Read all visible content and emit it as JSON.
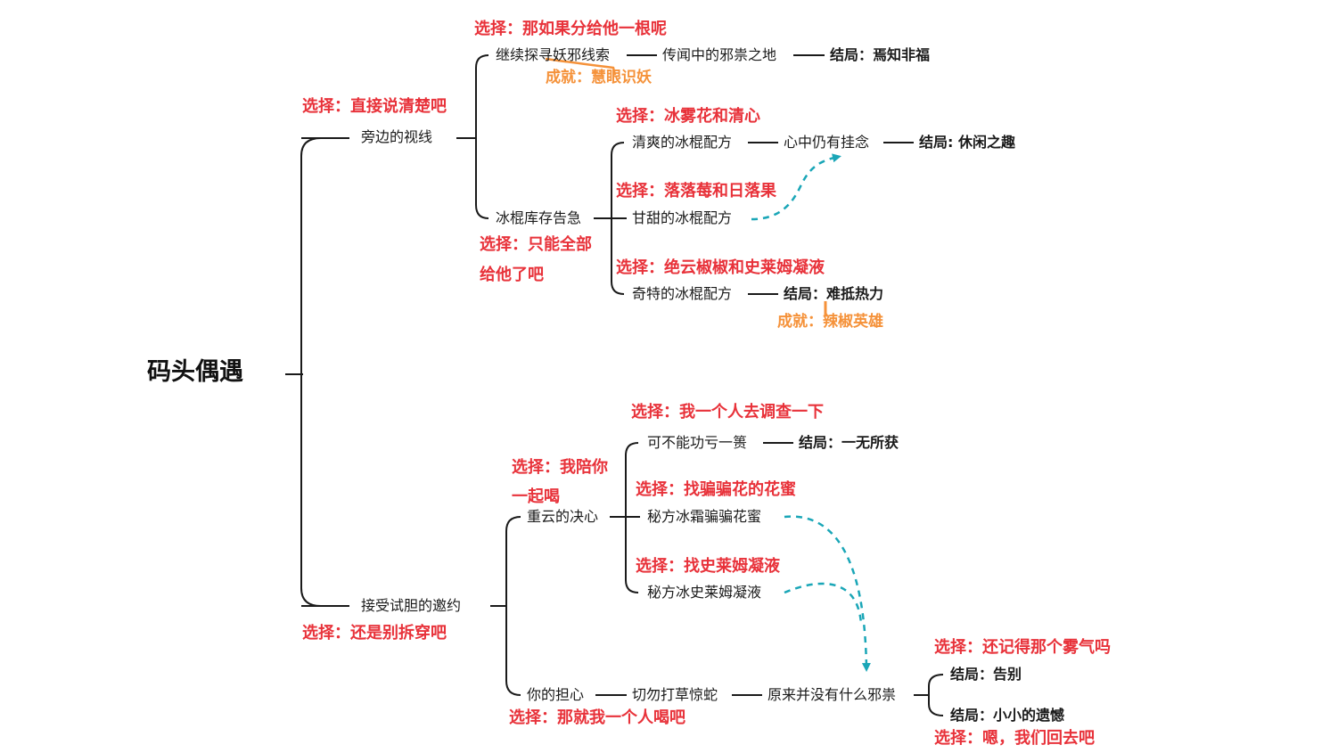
{
  "root": "码头偶遇",
  "colors": {
    "line": "#1a1a1a",
    "choice": "#e8323a",
    "achievement": "#f5923a",
    "dashed_arrow": "#1aa6b7"
  },
  "upper": {
    "branch_a": "旁边的视线",
    "choice_a": "选择：直接说清楚吧",
    "a1": {
      "choice": "选择：那如果分给他一根呢",
      "node": "继续探寻妖邪线索",
      "achievement": "成就：慧眼识妖",
      "next": "传闻中的邪祟之地",
      "ending": "结局：焉知非福"
    },
    "a2": {
      "node": "冰棍库存告急",
      "choice_line1": "选择：只能全部",
      "choice_line2": "给他了吧",
      "opt1": {
        "choice": "选择：冰雾花和清心",
        "node": "清爽的冰棍配方",
        "next": "心中仍有挂念",
        "ending": "结局: 休闲之趣"
      },
      "opt2": {
        "choice": "选择：落落莓和日落果",
        "node": "甘甜的冰棍配方"
      },
      "opt3": {
        "choice": "选择：绝云椒椒和史莱姆凝液",
        "node": "奇特的冰棍配方",
        "ending": "结局：难抵热力",
        "achievement": "成就：辣椒英雄"
      }
    }
  },
  "lower": {
    "branch_b": "接受试胆的邀约",
    "choice_b": "选择：还是别拆穿吧",
    "b1": {
      "choice_line1": "选择：我陪你",
      "choice_line2": "一起喝",
      "node": "重云的决心",
      "opt1": {
        "choice": "选择：我一个人去调查一下",
        "node": "可不能功亏一篑",
        "ending": "结局：一无所获"
      },
      "opt2": {
        "choice": "选择：找骗骗花的花蜜",
        "node": "秘方冰霜骗骗花蜜"
      },
      "opt3": {
        "choice": "选择：找史莱姆凝液",
        "node": "秘方冰史莱姆凝液"
      }
    },
    "b2": {
      "node": "你的担心",
      "choice": "选择：那就我一个人喝吧",
      "next": "切勿打草惊蛇",
      "next2": "原来并没有什么邪祟",
      "end1_choice": "选择：还记得那个雾气吗",
      "end1": "结局：告别",
      "end2": "结局：小小的遗憾",
      "end2_choice": "选择：嗯，我们回去吧"
    }
  }
}
